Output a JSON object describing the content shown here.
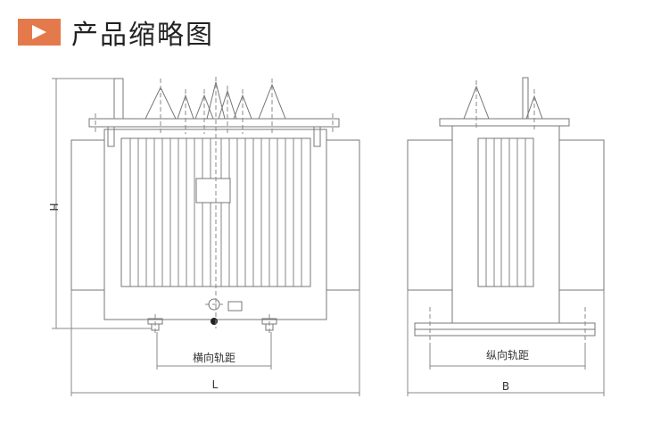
{
  "header": {
    "title": "产品缩略图"
  },
  "front_view": {
    "width_label": "L",
    "height_label": "H",
    "rail_label": "横向轨距"
  },
  "side_view": {
    "width_label": "B",
    "rail_label": "纵向轨距"
  }
}
